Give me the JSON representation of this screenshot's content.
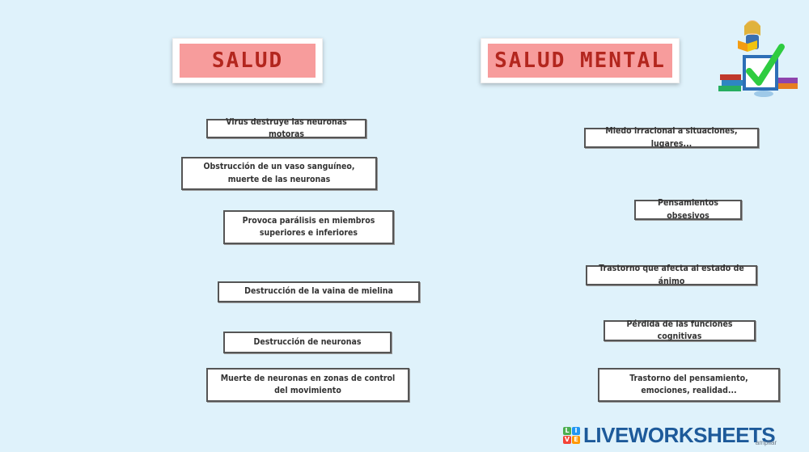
{
  "headings": {
    "salud": "SALUD",
    "salud_mental": "SALUD MENTAL"
  },
  "left_cards": [
    "Virus destruye las neuronas motoras",
    "Obstrucción de un vaso sanguíneo, muerte de las neuronas",
    "Provoca parálisis en miembros superiores e inferiores",
    "Destrucción de la vaina de mielina",
    "Destrucción de neuronas",
    "Muerte de neuronas en zonas de control del movimiento"
  ],
  "right_cards": [
    "Miedo irracional a situaciones, lugares...",
    "Pensamientos obsesivos",
    "Trastorno que afecta al estado de ánimo",
    "Pérdida de las funciones cognitivas",
    "Trastorno del pensamiento, emociones, realidad..."
  ],
  "brand": {
    "text": "LIVEWORKSHEETS",
    "sub": "ampliar",
    "mark_letters": [
      "L",
      "I",
      "V",
      "E"
    ],
    "mark_colors": [
      "#4caf50",
      "#2196f3",
      "#f44336",
      "#ff9800"
    ]
  },
  "icons": {
    "decoration": "teacher-with-books-checkmark-icon"
  }
}
